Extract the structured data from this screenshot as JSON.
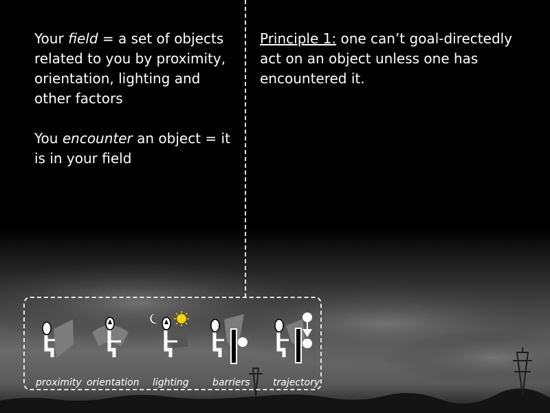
{
  "left": {
    "p1_pre": "Your ",
    "p1_em": "field",
    "p1_post": " = a set of objects related to you by proximity, orientation, lighting and other factors",
    "p2_pre": "You ",
    "p2_em": "encounter",
    "p2_post": " an object = it is in your field"
  },
  "right": {
    "heading": "Principle 1:",
    "body": " one can’t goal-directedly act on an object unless one has encountered it."
  },
  "labels": [
    "proximity",
    "orientation",
    "lighting",
    "barriers",
    "trajectory"
  ]
}
